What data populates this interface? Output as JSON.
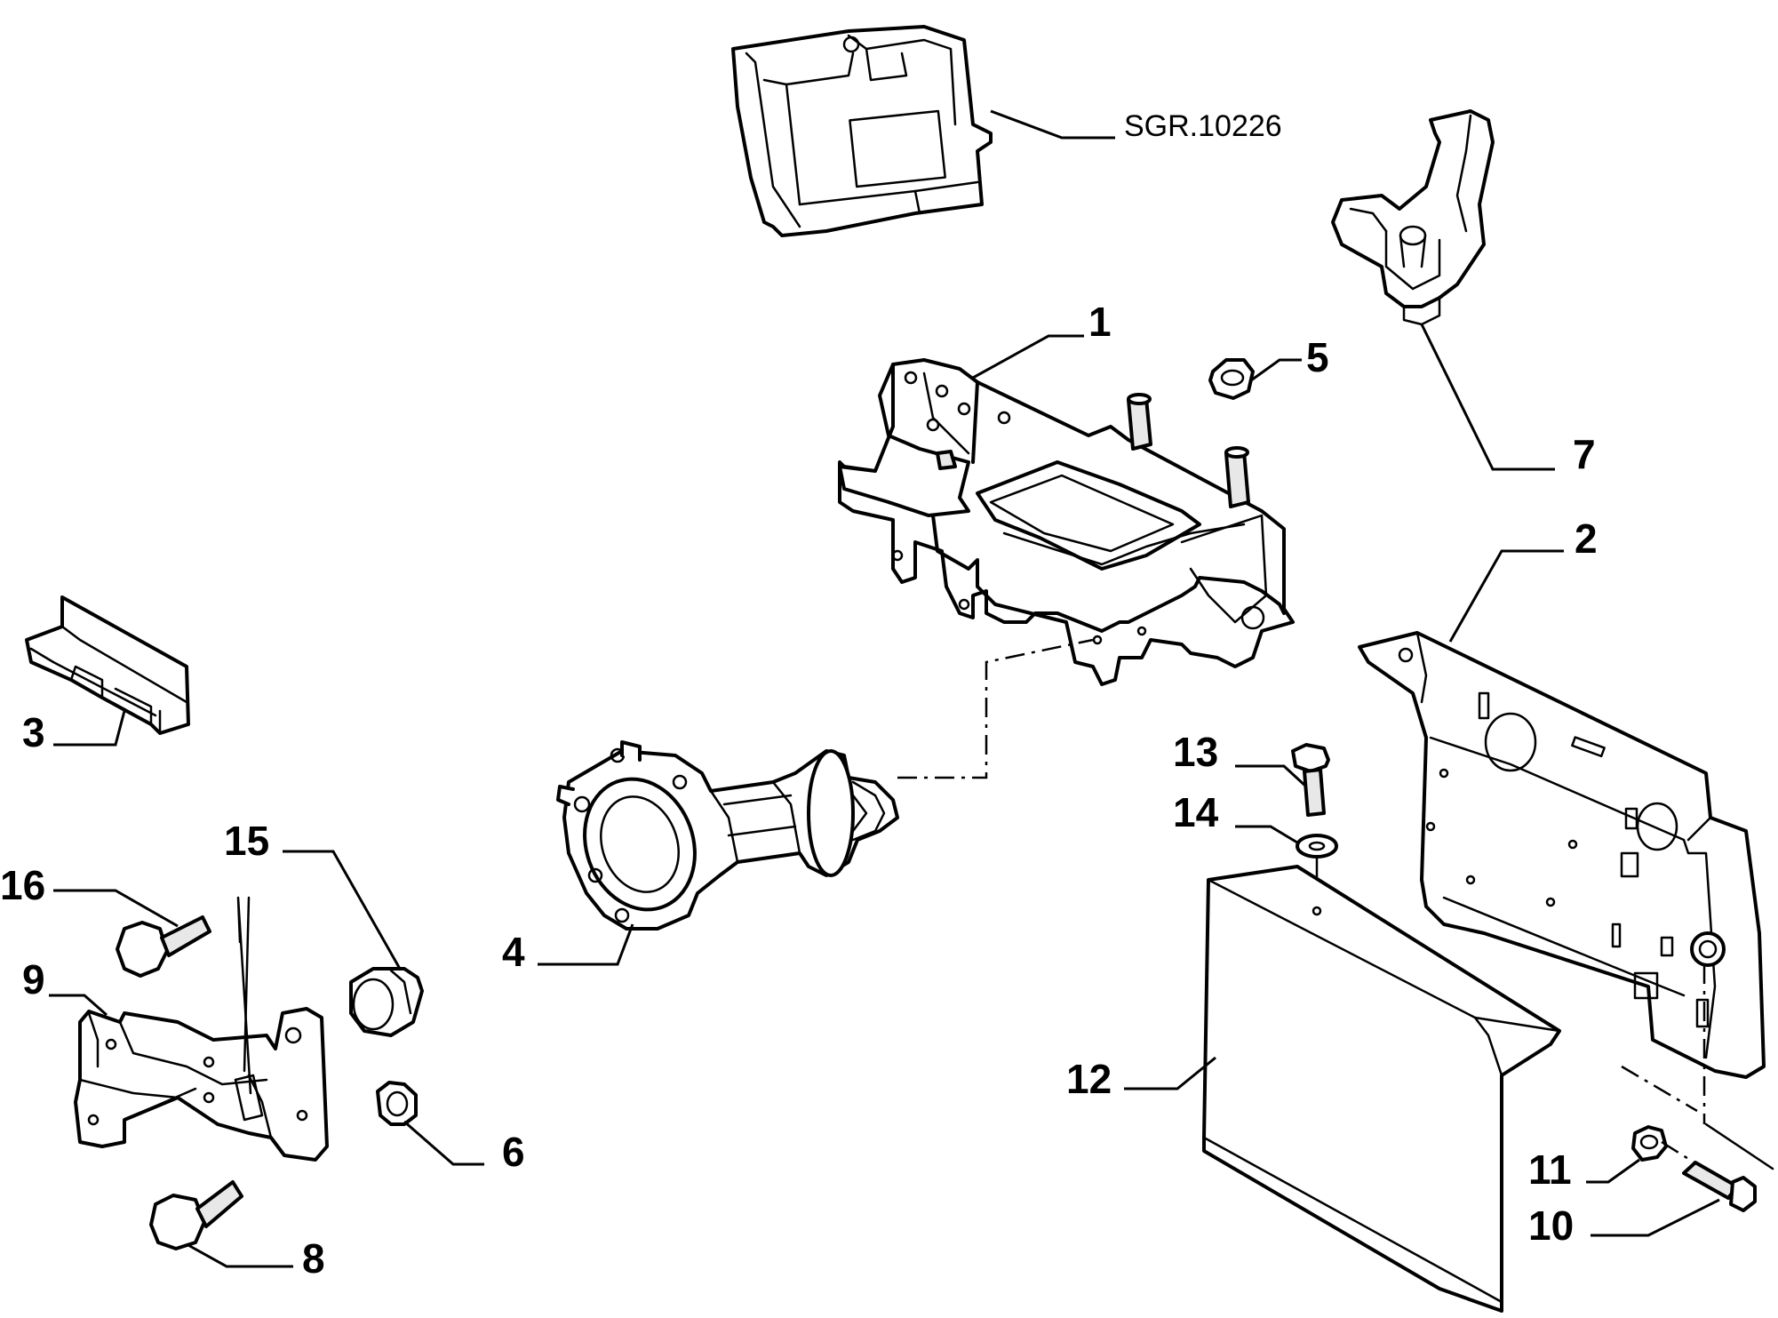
{
  "reference": "SGR.10226",
  "callouts": [
    {
      "id": "1",
      "text": "1"
    },
    {
      "id": "2",
      "text": "2"
    },
    {
      "id": "3",
      "text": "3"
    },
    {
      "id": "4",
      "text": "4"
    },
    {
      "id": "5",
      "text": "5"
    },
    {
      "id": "6",
      "text": "6"
    },
    {
      "id": "7",
      "text": "7"
    },
    {
      "id": "8",
      "text": "8"
    },
    {
      "id": "9",
      "text": "9"
    },
    {
      "id": "10",
      "text": "10"
    },
    {
      "id": "11",
      "text": "11"
    },
    {
      "id": "12",
      "text": "12"
    },
    {
      "id": "13",
      "text": "13"
    },
    {
      "id": "14",
      "text": "14"
    },
    {
      "id": "15",
      "text": "15"
    },
    {
      "id": "16",
      "text": "16"
    }
  ]
}
